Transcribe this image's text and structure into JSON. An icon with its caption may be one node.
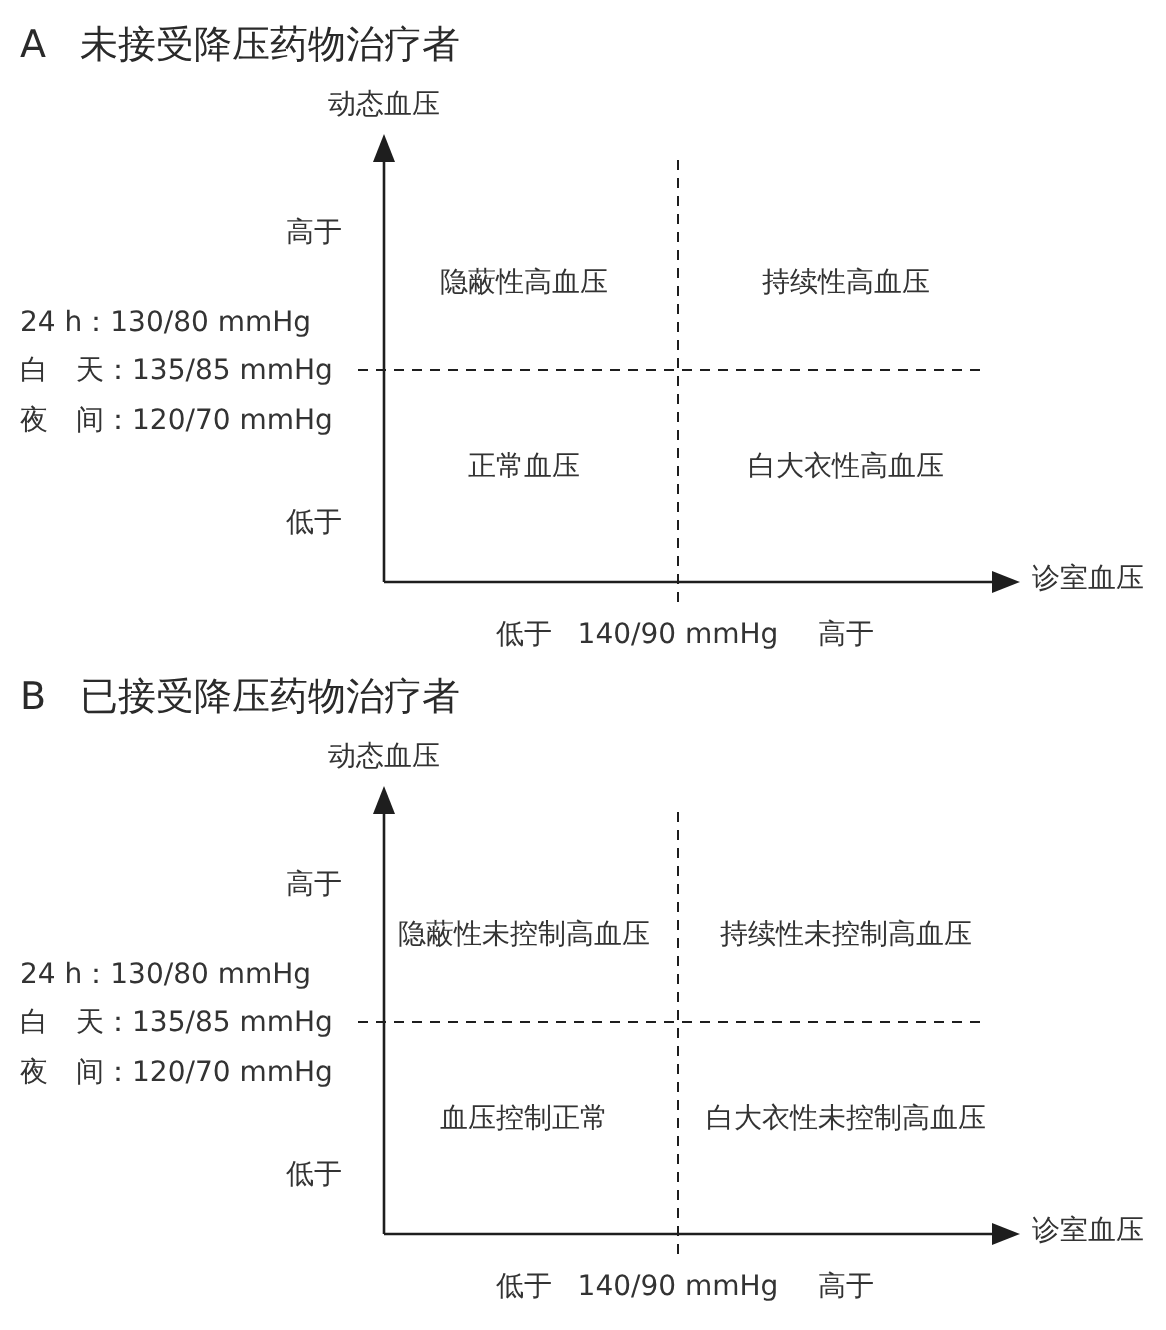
{
  "diagram": {
    "labels": [
      "A",
      "未接受降压药物治疗者",
      "动态血压",
      "高于",
      "隐蔽性高血压",
      "持续性高血压",
      "24 h：130/80 mmHg",
      "白　天：135/85 mmHg",
      "夜　间：120/70 mmHg",
      "正常血压",
      "白大衣性高血压",
      "低于",
      "诊室血压",
      "低于",
      "140/90 mmHg",
      "高于",
      "B",
      "已接受降压药物治疗者",
      "动态血压",
      "高于",
      "隐蔽性未控制高血压",
      "持续性未控制高血压",
      "24 h：130/80 mmHg",
      "白　天：135/85 mmHg",
      "夜　间：120/70 mmHg",
      "血压控制正常",
      "白大衣性未控制高血压",
      "低于",
      "诊室血压",
      "低于",
      "140/90 mmHg",
      "高于"
    ]
  }
}
